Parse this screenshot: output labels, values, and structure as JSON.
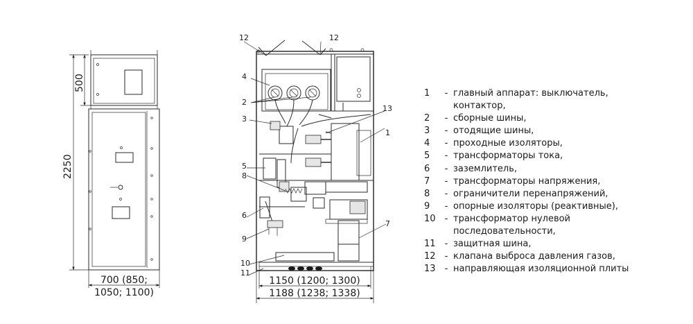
{
  "front_view": {
    "height_total": "2250",
    "height_top": "500",
    "width_line1": "700 (850;",
    "width_line2": "1050; 1100)"
  },
  "section_view": {
    "callouts": [
      "1",
      "2",
      "3",
      "4",
      "5",
      "6",
      "7",
      "8",
      "9",
      "10",
      "11",
      "12",
      "12",
      "13"
    ],
    "width_inner": "1150 (1200; 1300)",
    "width_outer": "1188 (1238; 1338)"
  },
  "legend": [
    {
      "num": "1",
      "dash": "-",
      "lines": [
        "главный аппарат: выключатель,",
        "контактор,"
      ]
    },
    {
      "num": "2",
      "dash": "-",
      "lines": [
        "сборные шины,"
      ]
    },
    {
      "num": "3",
      "dash": "-",
      "lines": [
        "отодящие шины,"
      ]
    },
    {
      "num": "4",
      "dash": "-",
      "lines": [
        "проходные изоляторы,"
      ]
    },
    {
      "num": "5",
      "dash": "-",
      "lines": [
        "трансформаторы тока,"
      ]
    },
    {
      "num": "6",
      "dash": "-",
      "lines": [
        "заземлитель,"
      ]
    },
    {
      "num": "7",
      "dash": "-",
      "lines": [
        "трансформаторы напряжения,"
      ]
    },
    {
      "num": "8",
      "dash": "-",
      "lines": [
        "ограничители перенапряжений,"
      ]
    },
    {
      "num": "9",
      "dash": "-",
      "lines": [
        "опорные изоляторы (реактивные),"
      ]
    },
    {
      "num": "10",
      "dash": "-",
      "lines": [
        "трансформатор нулевой",
        "последовательности,"
      ]
    },
    {
      "num": "11",
      "dash": "-",
      "lines": [
        "защитная шина,"
      ]
    },
    {
      "num": "12",
      "dash": "-",
      "lines": [
        "клапана выброса давления газов,"
      ]
    },
    {
      "num": "13",
      "dash": "-",
      "lines": [
        "направляющая изоляционной плиты"
      ]
    }
  ]
}
